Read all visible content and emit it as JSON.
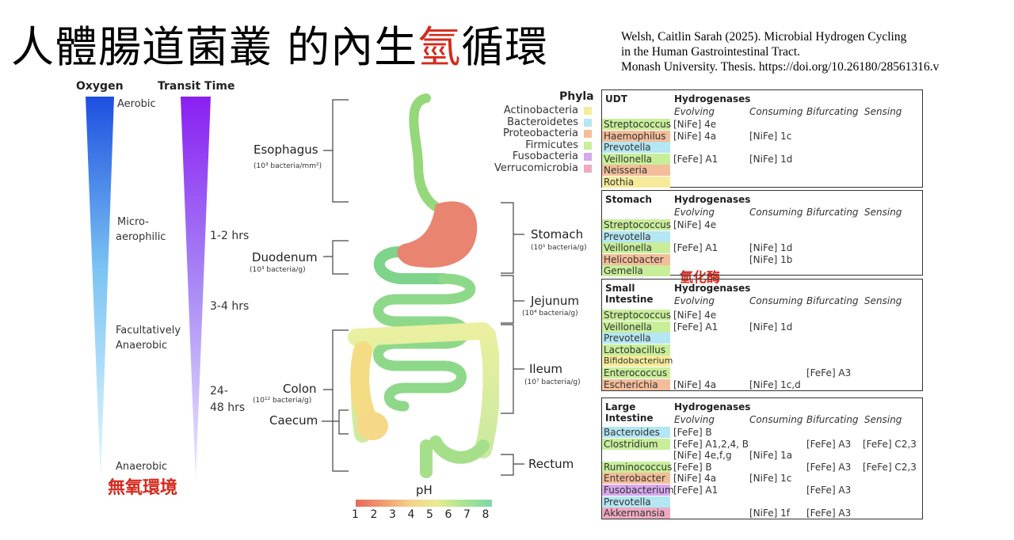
{
  "title": {
    "part1": "人體腸道菌叢 的內生",
    "highlight": "氫",
    "part2": "循環"
  },
  "citation": {
    "line1": "Welsh, Caitlin Sarah (2025). Microbial Hydrogen Cycling",
    "line2": "in the Human Gastrointestinal Tract.",
    "line3": "Monash University. Thesis. https://doi.org/10.26180/28561316.v"
  },
  "gradients": {
    "oxygen_header": "Oxygen",
    "transit_header": "Transit Time",
    "aerobic": "Aerobic",
    "micro1": "Micro-",
    "micro2": "aerophilic",
    "fac1": "Facultatively",
    "fac2": "Anaerobic",
    "anaerobic": "Anaerobic",
    "anaerobic_zh": "無氧環境",
    "t1": "1-2 hrs",
    "t2": "3-4 hrs",
    "t3a": "24-",
    "t3b": "48 hrs",
    "oxygen_top": "#1d4fe0",
    "oxygen_bottom": "#e8fbfd",
    "transit_top": "#8a1ff2",
    "transit_bottom": "#efeaff"
  },
  "organs": {
    "esophagus": "Esophagus",
    "esophagus_sub": "(10³ bacteria/mm²)",
    "duodenum": "Duodenum",
    "duodenum_sub": "(10³ bacteria/g)",
    "colon": "Colon",
    "colon_sub": "(10¹² bacteria/g)",
    "caecum": "Caecum",
    "stomach": "Stomach",
    "stomach_sub": "(10¹ bacteria/g)",
    "jejunum": "Jejunum",
    "jejunum_sub": "(10⁴ bacteria/g)",
    "ileum": "Ileum",
    "ileum_sub": "(10⁷ bacteria/g)",
    "rectum": "Rectum"
  },
  "ph": {
    "label": "pH",
    "ticks": [
      "1",
      "2",
      "3",
      "4",
      "5",
      "6",
      "7",
      "8"
    ]
  },
  "phyla": {
    "title": "Phyla",
    "items": [
      {
        "name": "Actinobacteria",
        "color": "#f7eb9b"
      },
      {
        "name": "Bacteroidetes",
        "color": "#b4e6f3"
      },
      {
        "name": "Proteobacteria",
        "color": "#f3bd9a"
      },
      {
        "name": "Firmicutes",
        "color": "#c8ee9a"
      },
      {
        "name": "Fusobacteria",
        "color": "#d6a8ec"
      },
      {
        "name": "Verrucomicrobia",
        "color": "#eeaac0"
      }
    ]
  },
  "table_headers": {
    "hydrogenases": "Hydrogenases",
    "evolving": "Evolving",
    "consuming": "Consuming",
    "bifurcating": "Bifurcating",
    "sensing": "Sensing"
  },
  "annotation_zh": "氫化酶",
  "tables": {
    "udt": {
      "region": "UDT",
      "rows": [
        {
          "genus": "Streptococcus",
          "ev": "[NiFe] 4e",
          "co": "",
          "bi": "",
          "se": ""
        },
        {
          "genus": "Haemophilus",
          "ev": "[NiFe] 4a",
          "co": "[NiFe] 1c",
          "bi": "",
          "se": ""
        },
        {
          "genus": "Prevotella",
          "ev": "",
          "co": "",
          "bi": "",
          "se": ""
        },
        {
          "genus": "Veillonella",
          "ev": "[FeFe] A1",
          "co": "[NiFe] 1d",
          "bi": "",
          "se": ""
        },
        {
          "genus": "Neisseria",
          "ev": "",
          "co": "",
          "bi": "",
          "se": ""
        },
        {
          "genus": "Rothia",
          "ev": "",
          "co": "",
          "bi": "",
          "se": ""
        }
      ]
    },
    "stomach": {
      "region": "Stomach",
      "rows": [
        {
          "genus": "Streptococcus",
          "ev": "[NiFe] 4e",
          "co": "",
          "bi": "",
          "se": ""
        },
        {
          "genus": "Prevotella",
          "ev": "",
          "co": "",
          "bi": "",
          "se": ""
        },
        {
          "genus": "Veillonella",
          "ev": "[FeFe] A1",
          "co": "[NiFe] 1d",
          "bi": "",
          "se": ""
        },
        {
          "genus": "Helicobacter",
          "ev": "",
          "co": "[NiFe] 1b",
          "bi": "",
          "se": ""
        },
        {
          "genus": "Gemella",
          "ev": "",
          "co": "",
          "bi": "",
          "se": ""
        }
      ]
    },
    "small": {
      "region1": "Small",
      "region2": "Intestine",
      "rows": [
        {
          "genus": "Streptococcus",
          "ev": "[NiFe] 4e",
          "co": "",
          "bi": "",
          "se": ""
        },
        {
          "genus": "Veillonella",
          "ev": "[FeFe] A1",
          "co": "[NiFe] 1d",
          "bi": "",
          "se": ""
        },
        {
          "genus": "Prevotella",
          "ev": "",
          "co": "",
          "bi": "",
          "se": ""
        },
        {
          "genus": "Lactobacillus",
          "ev": "",
          "co": "",
          "bi": "",
          "se": ""
        },
        {
          "genus": "Bifidobacterium",
          "ev": "",
          "co": "",
          "bi": "",
          "se": ""
        },
        {
          "genus": "Enterococcus",
          "ev": "",
          "co": "",
          "bi": "[FeFe] A3",
          "se": ""
        },
        {
          "genus": "Escherichia",
          "ev": "[NiFe] 4a",
          "co": "[NiFe] 1c,d",
          "bi": "",
          "se": ""
        }
      ]
    },
    "large": {
      "region1": "Large",
      "region2": "Intestine",
      "rows": [
        {
          "genus": "Bacteroides",
          "ev": "[FeFe] B",
          "co": "",
          "bi": "",
          "se": ""
        },
        {
          "genus": "Clostridium",
          "ev": "[FeFe] A1,2,4, B",
          "co": "",
          "bi": "[FeFe] A3",
          "se": "[FeFe] C2,3"
        },
        {
          "genus": "",
          "ev": "[NiFe] 4e,f,g",
          "co": "[NiFe] 1a",
          "bi": "",
          "se": ""
        },
        {
          "genus": "Ruminococcus",
          "ev": "[FeFe] B",
          "co": "",
          "bi": "[FeFe] A3",
          "se": "[FeFe] C2,3"
        },
        {
          "genus": "Enterobacter",
          "ev": "[NiFe] 4a",
          "co": "[NiFe] 1c",
          "bi": "",
          "se": ""
        },
        {
          "genus": "Fusobacterium",
          "ev": "[FeFe] A1",
          "co": "",
          "bi": "[FeFe] A3",
          "se": ""
        },
        {
          "genus": "Prevotella",
          "ev": "",
          "co": "",
          "bi": "",
          "se": ""
        },
        {
          "genus": "Akkermansia",
          "ev": "",
          "co": "[NiFe] 1f",
          "bi": "[FeFe] A3",
          "se": ""
        }
      ]
    }
  }
}
